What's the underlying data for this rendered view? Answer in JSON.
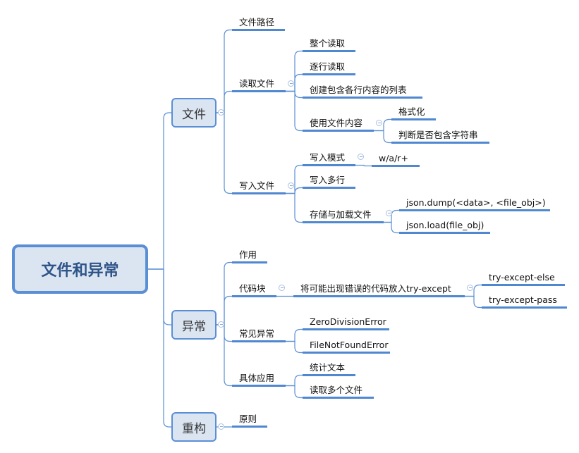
{
  "root": "文件和异常",
  "file": {
    "label": "文件",
    "path": "文件路径",
    "read": {
      "label": "读取文件",
      "whole": "整个读取",
      "line": "逐行读取",
      "list": "创建包含各行内容的列表",
      "use": {
        "label": "使用文件内容",
        "format": "格式化",
        "contains": "判断是否包含字符串"
      }
    },
    "write": {
      "label": "写入文件",
      "mode": {
        "label": "写入模式",
        "value": "w/a/r+"
      },
      "multi": "写入多行",
      "store": {
        "label": "存储与加载文件",
        "dump": "json.dump(<data>, <file_obj>)",
        "load": "json.load(file_obj)"
      }
    }
  },
  "exception": {
    "label": "异常",
    "use": "作用",
    "block": {
      "label": "代码块",
      "put": "将可能出现错误的代码放入try-except",
      "else": "try-except-else",
      "pass": "try-except-pass"
    },
    "common": {
      "label": "常见异常",
      "zero": "ZeroDivisionError",
      "notfound": "FileNotFoundError"
    },
    "apply": {
      "label": "具体应用",
      "count": "统计文本",
      "multi": "读取多个文件"
    }
  },
  "refactor": {
    "label": "重构",
    "principle": "原则"
  }
}
